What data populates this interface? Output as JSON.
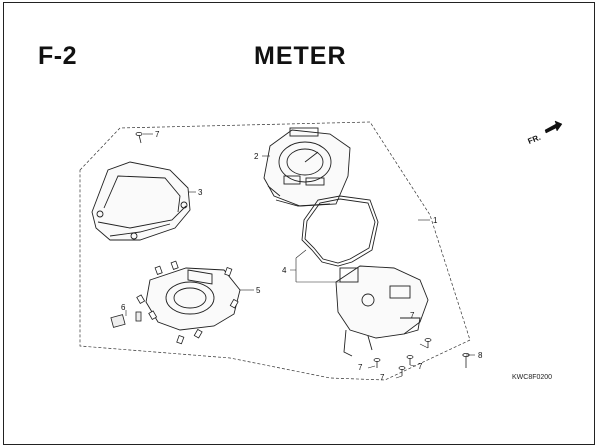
{
  "header": {
    "section": "F-2",
    "title": "METER"
  },
  "direction": {
    "label": "FR."
  },
  "figure_code": "KWC8F0200",
  "callouts": {
    "c1": "1",
    "c2": "2",
    "c3": "3",
    "c4": "4",
    "c5": "5",
    "c6": "6",
    "c7a": "7",
    "c7b": "7",
    "c7c": "7",
    "c7d": "7",
    "c7e": "7",
    "c8": "8"
  },
  "colors": {
    "line": "#222222",
    "background": "#ffffff"
  }
}
